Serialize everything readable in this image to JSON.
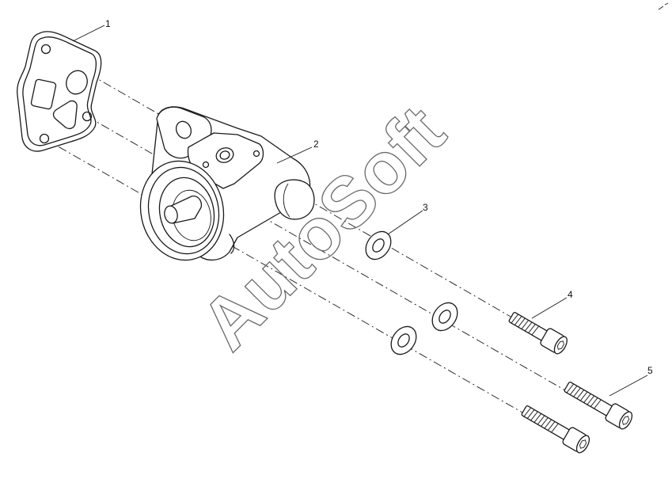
{
  "callouts": [
    {
      "id": "1",
      "label": "1"
    },
    {
      "id": "2",
      "label": "2"
    },
    {
      "id": "3",
      "label": "3"
    },
    {
      "id": "4",
      "label": "4"
    },
    {
      "id": "5",
      "label": "5"
    }
  ],
  "watermark": {
    "text": "AutoSoft"
  },
  "colors": {
    "line": "#1a1a1a",
    "background": "#ffffff",
    "watermark": "#6a6a6a"
  }
}
